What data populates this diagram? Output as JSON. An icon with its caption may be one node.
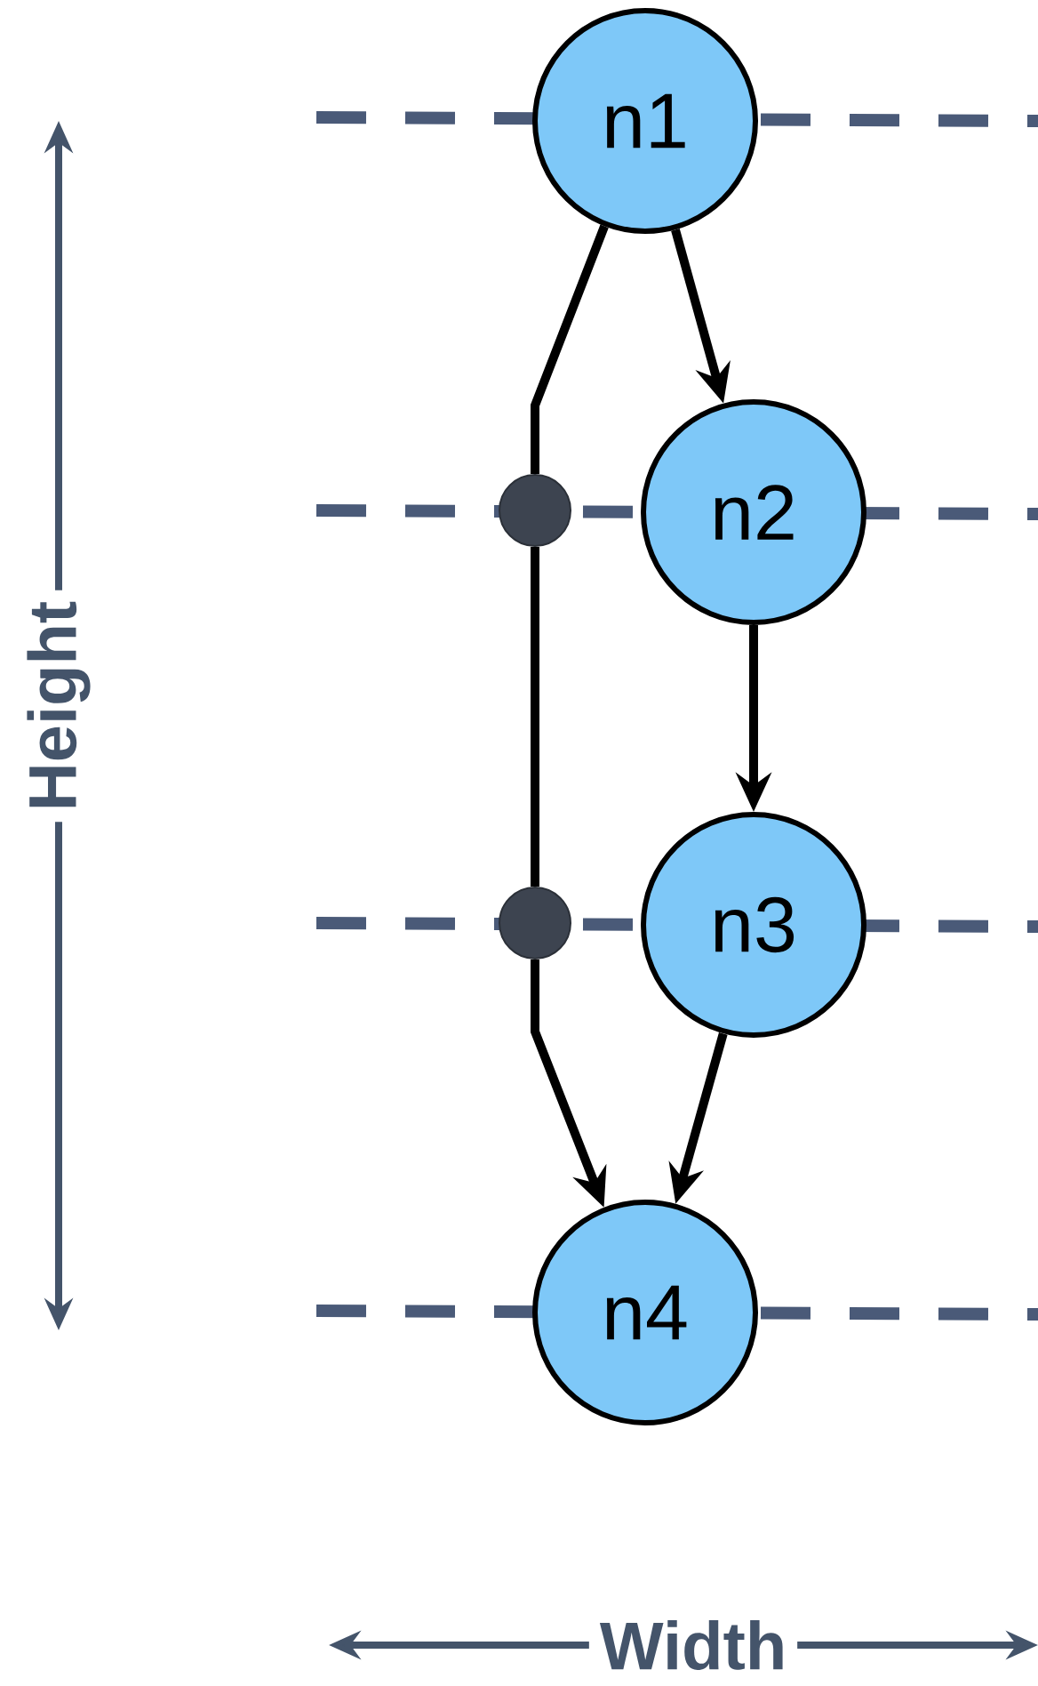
{
  "diagram": {
    "nodes": [
      {
        "text": [
          "n1"
        ]
      },
      {
        "text": [],
        "shape": "circle"
      },
      {
        "text": [
          "n2"
        ]
      },
      {
        "text": [],
        "shape": "circle"
      },
      {
        "text": [
          "n3"
        ]
      },
      {
        "text": [
          "n4"
        ]
      }
    ],
    "edges": [
      {
        "from": 0,
        "to": 2,
        "arrow": "to"
      },
      {
        "from": 0,
        "to": 1,
        "arrow": "none"
      },
      {
        "from": 1,
        "to": 3,
        "arrow": "none"
      },
      {
        "from": 3,
        "to": 5,
        "arrow": "to"
      },
      {
        "from": 2,
        "to": 4,
        "arrow": "to"
      },
      {
        "from": 4,
        "to": 5,
        "arrow": "to"
      }
    ],
    "labels": [
      "Height",
      "Width"
    ]
  }
}
